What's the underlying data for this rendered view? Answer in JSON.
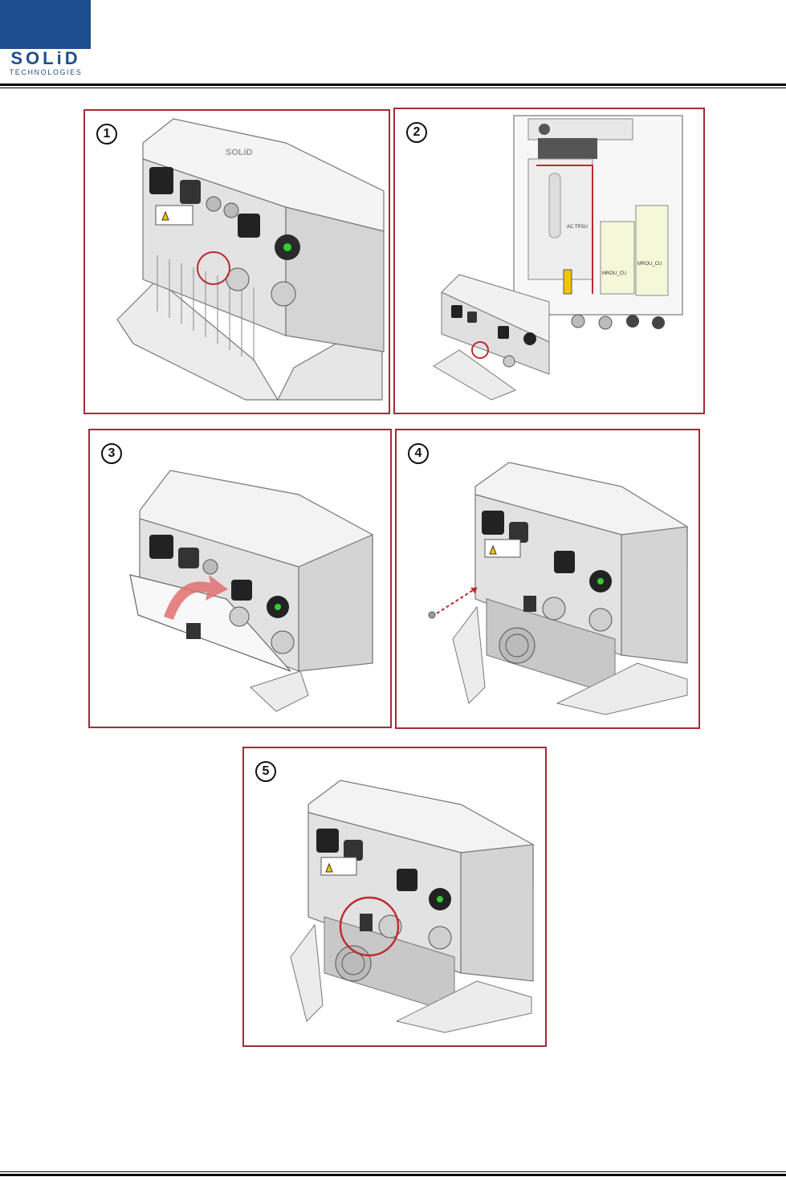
{
  "header": {
    "logo_text": "SOLiD",
    "logo_subtext": "TECHNOLOGIES",
    "brand_color": "#1f4e8f"
  },
  "frame_color": "#a52a35",
  "steps": [
    {
      "number": "1",
      "caption": ""
    },
    {
      "number": "2",
      "caption": ""
    },
    {
      "number": "3",
      "caption": ""
    },
    {
      "number": "4",
      "caption": ""
    },
    {
      "number": "5",
      "caption": ""
    }
  ],
  "device": {
    "label": "SOLiD",
    "module_labels": [
      "MROU_CU",
      "MROU_CU",
      "AC TPSU"
    ]
  }
}
